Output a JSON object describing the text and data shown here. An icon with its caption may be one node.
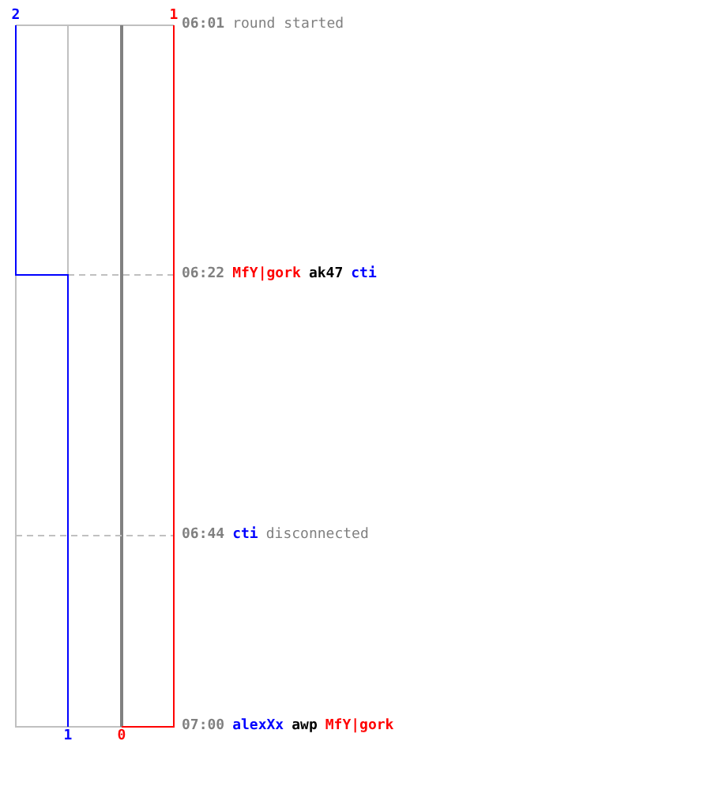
{
  "diagram": {
    "labels": [
      "2",
      "1",
      "06:01",
      "round started",
      "06:22",
      "MfY|gork",
      "ak47",
      "cti",
      "06:44",
      "cti",
      "disconnected",
      "07:00",
      "alexXx",
      "awp",
      "MfY|gork",
      "1",
      "0"
    ]
  }
}
